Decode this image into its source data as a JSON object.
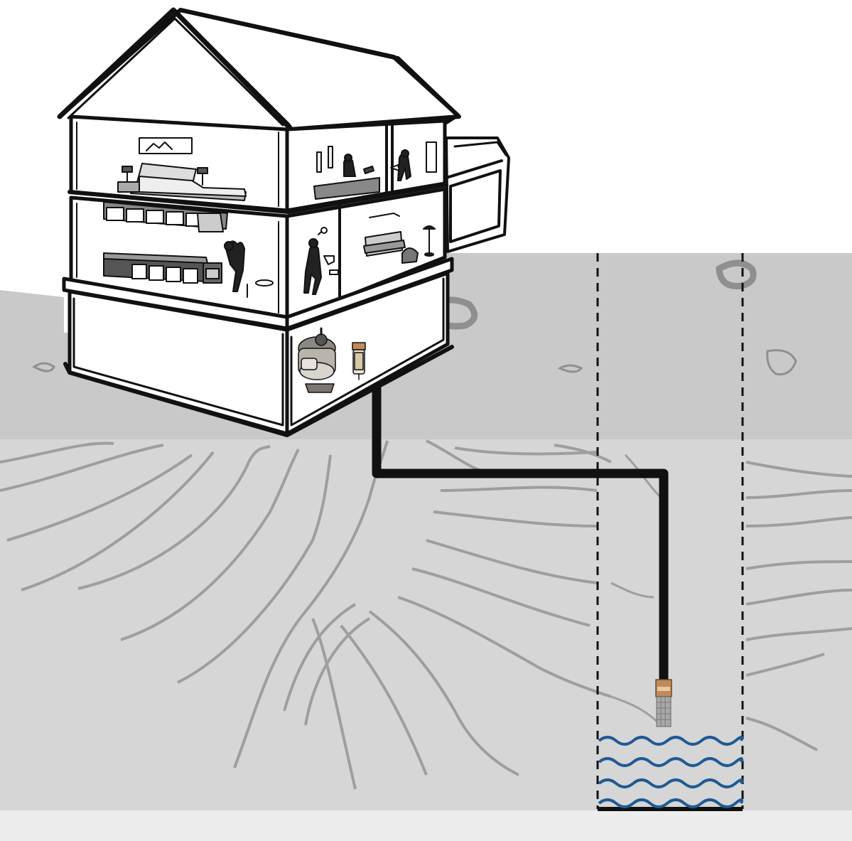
{
  "scene": {
    "type": "diagram",
    "subject": "well-water-pump-system",
    "labels": [],
    "colors": {
      "sky": "#ffffff",
      "surface": "#c9c9c9",
      "soil": "#d6d6d6",
      "strata_lines": "#9e9e9e",
      "bedrock": "#ececec",
      "pipe": "#111111",
      "water_waves": "#1f5a93",
      "house_line": "#111111",
      "house_fill": "#ffffff",
      "pump_metal": "#b9b4ac",
      "brass_fitting": "#c08a5a",
      "strainer": "#a8a8a8"
    },
    "parts": {
      "house": "two-story-house-cutaway",
      "pump": "jet-pump",
      "filter": "inline-filter",
      "pipe": "suction-pipe",
      "well": "well-casing",
      "foot_valve": "foot-valve",
      "water": "groundwater"
    }
  }
}
